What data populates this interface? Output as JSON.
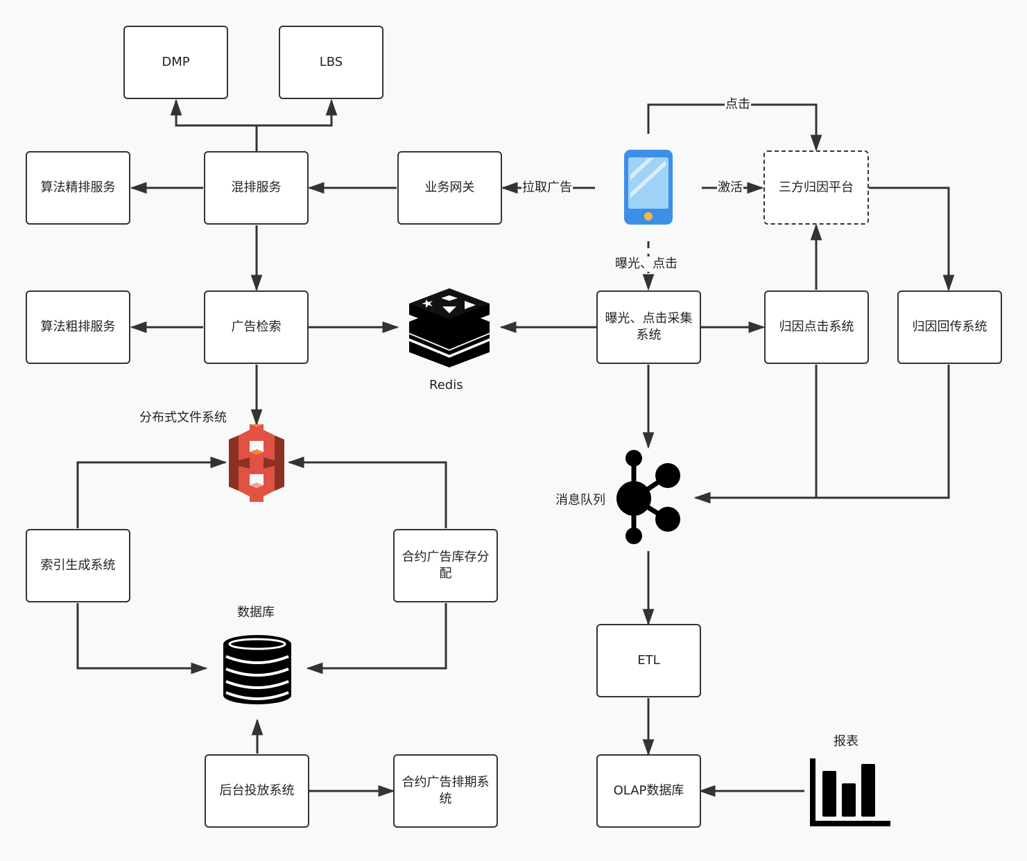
{
  "nodes": {
    "dmp": "DMP",
    "lbs": "LBS",
    "mix_rank": "混排服务",
    "fine_rank": "算法精排服务",
    "gateway": "业务网关",
    "attribution_platform": "三方归因平台",
    "coarse_rank": "算法粗排服务",
    "ad_search": "广告检索",
    "collect": "曝光、点击采集系统",
    "attr_click": "归因点击系统",
    "attr_callback": "归因回传系统",
    "index_gen": "索引生成系统",
    "contract_alloc": "合约广告库存分配",
    "etl": "ETL",
    "backend_delivery": "后台投放系统",
    "contract_schedule": "合约广告排期系统",
    "olap": "OLAP数据库"
  },
  "labels": {
    "redis": "Redis",
    "dfs": "分布式文件系统",
    "db": "数据库",
    "mq": "消息队列",
    "report": "报表"
  },
  "edge_labels": {
    "pull_ads": "拉取广告",
    "activate": "激活",
    "click": "点击",
    "expose_click": "曝光、点击"
  },
  "colors": {
    "line": "#333333",
    "phone_body": "#3d8fe6",
    "phone_screen": "#9ed3f7",
    "phone_button": "#f6b93b",
    "s3_dark": "#8c3123",
    "s3_mid": "#e05243",
    "s3_light": "#f58536"
  }
}
